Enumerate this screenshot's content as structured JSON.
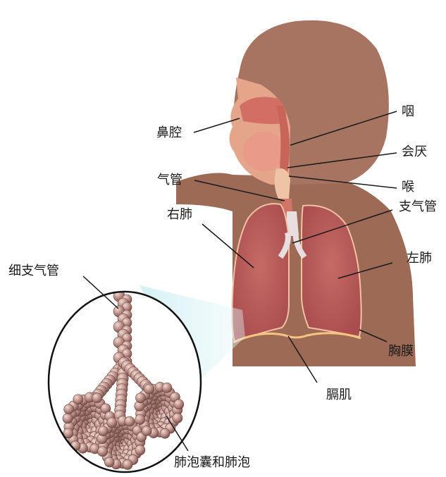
{
  "labels": {
    "nasal_cavity": "鼻腔",
    "pharynx": "咽",
    "epiglottis": "会厌",
    "larynx": "喉",
    "trachea": "气管",
    "bronchi": "支气管",
    "right_lung": "右肺",
    "left_lung": "左肺",
    "bronchiole": "细支气管",
    "pleura": "胸膜",
    "diaphragm": "膈肌",
    "alveolar_sac_alveoli": "肺泡囊和肺泡"
  },
  "colors": {
    "body_skin": "#9c6a55",
    "head_skin": "#a87462",
    "lung_fill": "#c0605e",
    "lung_outline": "#f3c0a4",
    "diaphragm_outline": "#f6c680",
    "airway": "#d07568",
    "alveoli": "#b7877e",
    "leader_line": "#1a1a1a"
  }
}
